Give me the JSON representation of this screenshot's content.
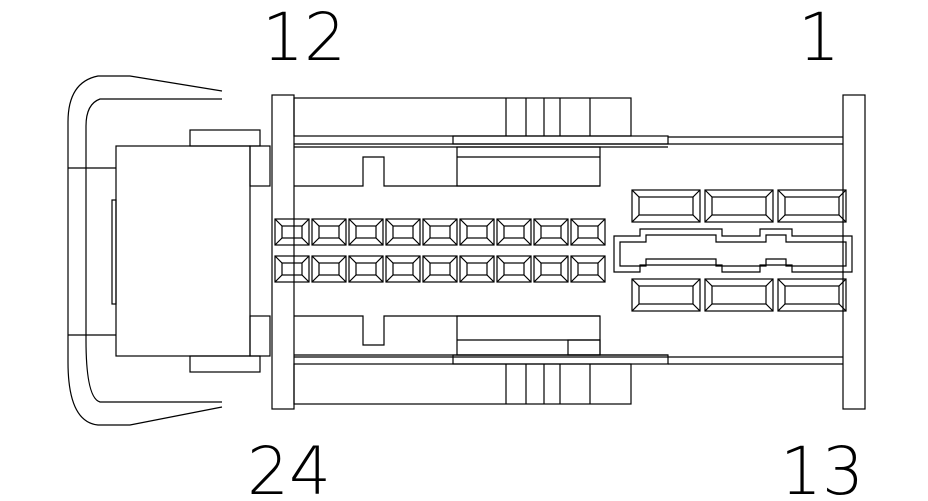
{
  "pin_labels": {
    "top_left": "12",
    "top_right": "1",
    "bottom_left": "24",
    "bottom_right": "13"
  },
  "colors": {
    "line": "#000000",
    "background": "#ffffff"
  }
}
